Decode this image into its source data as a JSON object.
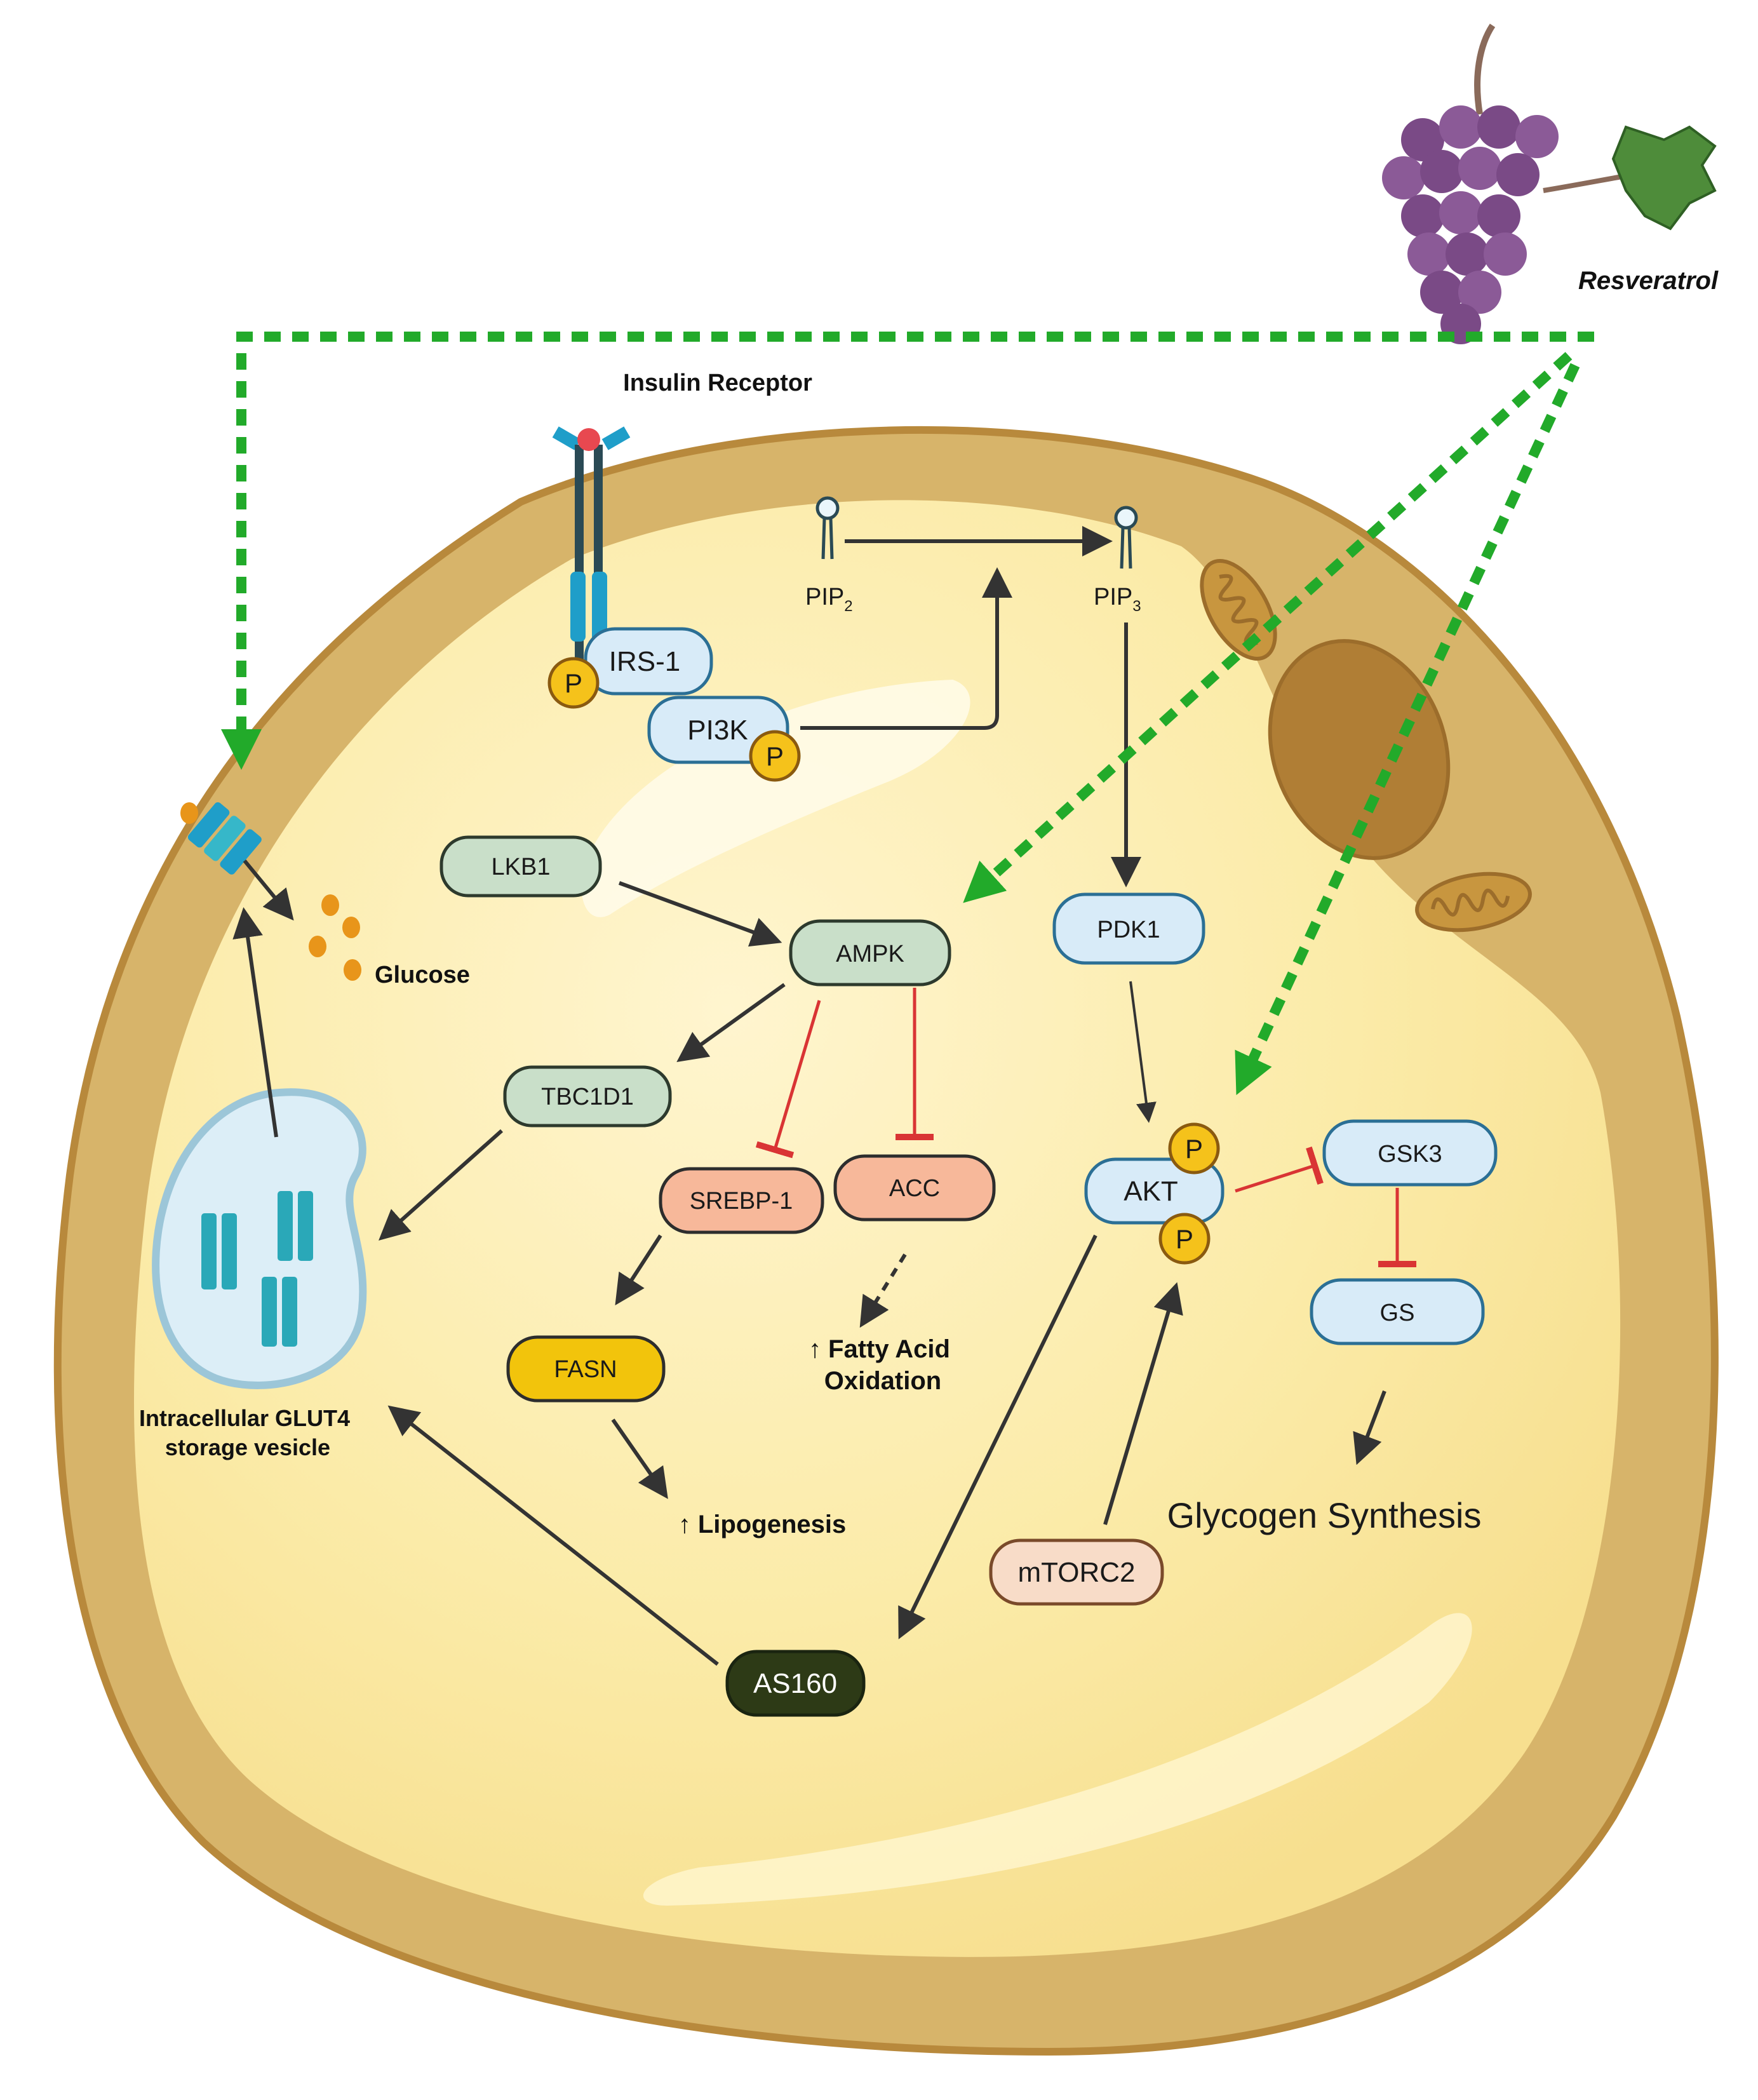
{
  "labels": {
    "resveratrol": "Resveratrol",
    "insulin_receptor": "Insulin Receptor",
    "pip2_main": "PIP",
    "pip2_sub": "2",
    "pip3_main": "PIP",
    "pip3_sub": "3",
    "glucose": "Glucose",
    "glut4_line1": "Intracellular GLUT4",
    "glut4_line2": "storage vesicle",
    "fatty_acid_line1": "↑ Fatty Acid",
    "fatty_acid_line2": "Oxidation",
    "lipogenesis": "↑ Lipogenesis",
    "glycogen_synthesis": "Glycogen Synthesis",
    "phospho": "P"
  },
  "nodes": {
    "irs1": "IRS-1",
    "pi3k": "PI3K",
    "lkb1": "LKB1",
    "ampk": "AMPK",
    "pdk1": "PDK1",
    "tbc1d1": "TBC1D1",
    "srebp1": "SREBP-1",
    "acc": "ACC",
    "akt": "AKT",
    "gsk3": "GSK3",
    "gs": "GS",
    "fasn": "FASN",
    "mtorc2": "mTORC2",
    "as160": "AS160"
  },
  "colors": {
    "cell_outer": "#d7b46a",
    "cell_border": "#b8893c",
    "cytoplasm": "#fbeeb0",
    "nucleus": "#b07e35",
    "activation_arrow": "#333333",
    "inhibition": "#d93434",
    "resveratrol_arrow": "#22aa2a",
    "blue_node": "#d8ebf8",
    "green_node": "#c9dfc9",
    "salmon_node": "#f7b89a",
    "gold_node": "#f2c40c",
    "dark_node": "#2d3a16",
    "peach_node": "#f8dcc8",
    "phospho": "#f5c21b"
  }
}
